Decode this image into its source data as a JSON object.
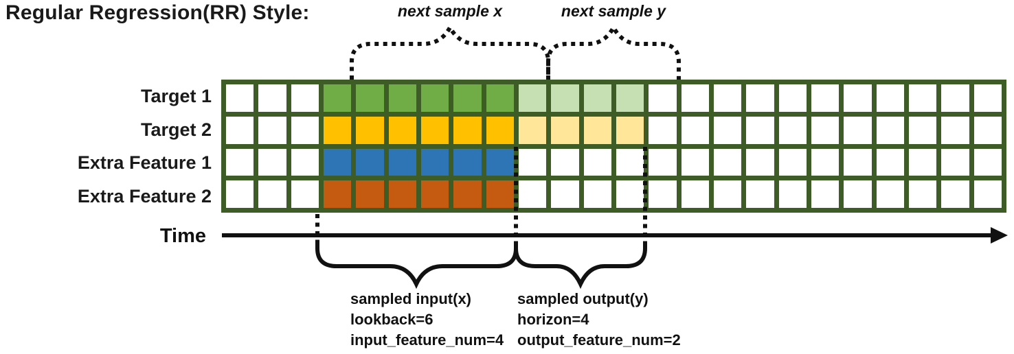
{
  "title": "Regular Regression(RR) Style:",
  "annotations": {
    "next_sample_x": "next sample x",
    "next_sample_y": "next sample y"
  },
  "time_axis": {
    "label": "Time"
  },
  "grid": {
    "total_columns": 24,
    "input_start_col": 3,
    "lookback": 6,
    "horizon": 4,
    "border_color": "#3E5C26",
    "empty_color": "#FFFFFF",
    "rows": [
      {
        "label": "Target 1",
        "input_color": "#70AD47",
        "output_color": "#C6E0B4"
      },
      {
        "label": "Target 2",
        "input_color": "#FFC000",
        "output_color": "#FFE699"
      },
      {
        "label": "Extra Feature 1",
        "input_color": "#2E75B6",
        "output_color": "#FFFFFF"
      },
      {
        "label": "Extra Feature 2",
        "input_color": "#C55A11",
        "output_color": "#FFFFFF"
      }
    ]
  },
  "input_annotation": {
    "line1": "sampled input(x)",
    "line2": "lookback=6",
    "line3": "input_feature_num=4"
  },
  "output_annotation": {
    "line1": "sampled output(y)",
    "line2": "horizon=4",
    "line3": "output_feature_num=2"
  }
}
